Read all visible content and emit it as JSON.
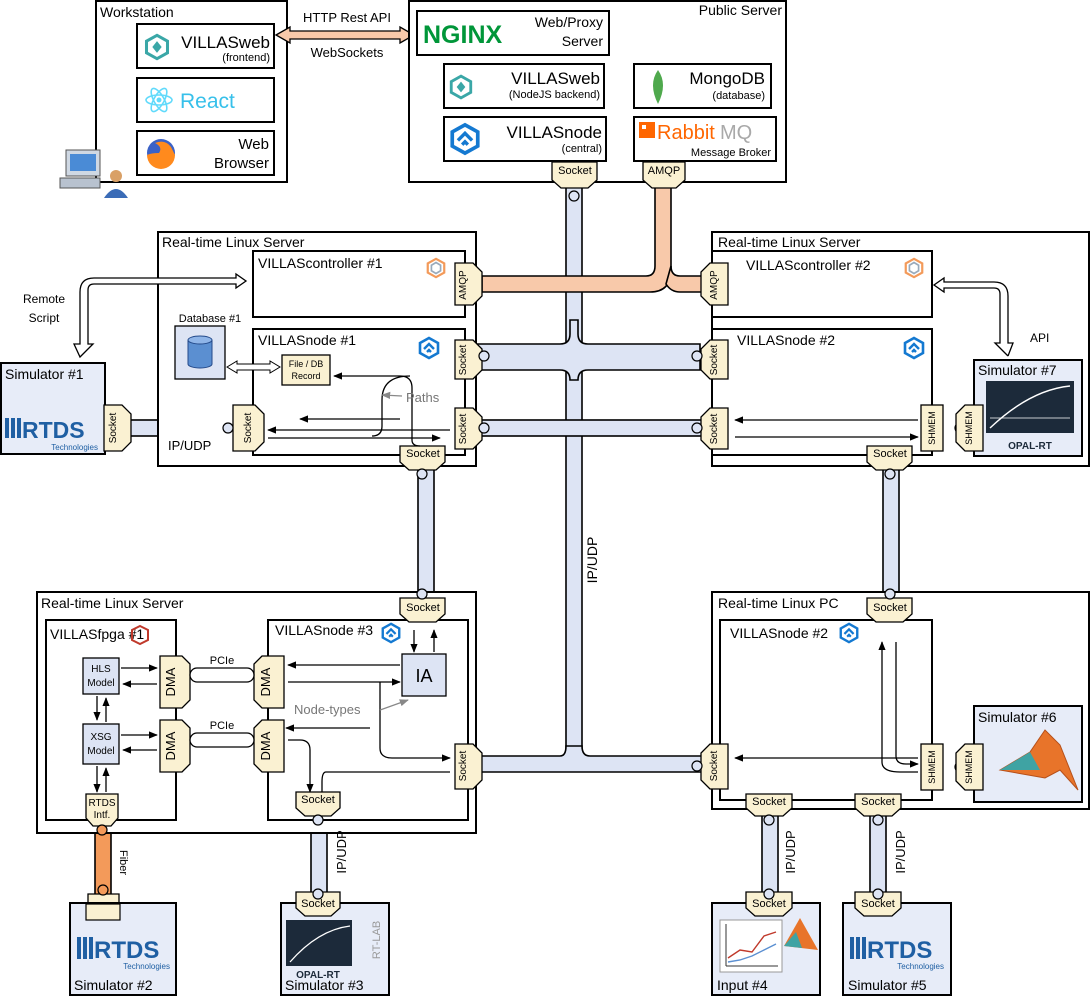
{
  "workstation": {
    "title": "Workstation",
    "villasweb": "VILLASweb",
    "villasweb_sub": "(frontend)",
    "react": "React",
    "browser_1": "Web",
    "browser_2": "Browser"
  },
  "links": {
    "http": "HTTP Rest API",
    "websockets": "WebSockets",
    "remote_1": "Remote",
    "remote_2": "Script",
    "api": "API",
    "ipudp": "IP/UDP",
    "ipudp_vertical": "IP/UDP",
    "fiber": "Fiber",
    "paths": "Paths",
    "node_types": "Node-types",
    "pcie": "PCIe"
  },
  "public_server": {
    "title": "Public Server",
    "nginx": "NGINX",
    "nginx_desc_1": "Web/Proxy",
    "nginx_desc_2": "Server",
    "villasweb": "VILLASweb",
    "villasweb_sub": "(NodeJS backend)",
    "mongodb": "MongoDB",
    "mongodb_sub": "(database)",
    "villasnode": "VILLASnode",
    "villasnode_sub": "(central)",
    "rabbit_a": "Rabbit",
    "rabbit_b": "MQ",
    "rabbit_sub": "Message Broker"
  },
  "ports": {
    "socket": "Socket",
    "amqp": "AMQP",
    "shmem": "SHMEM",
    "dma": "DMA"
  },
  "server1": {
    "title": "Real-time Linux Server",
    "controller": "VILLAScontroller #1",
    "node": "VILLASnode #1",
    "database": "Database #1",
    "record_1": "File / DB",
    "record_2": "Record"
  },
  "server2": {
    "title": "Real-time Linux Server",
    "controller": "VILLAScontroller #2",
    "node": "VILLASnode #2"
  },
  "server3": {
    "title": "Real-time Linux Server",
    "fpga": "VILLASfpga #1",
    "node": "VILLASnode #3",
    "hls_1": "HLS",
    "hls_2": "Model",
    "xsg_1": "XSG",
    "xsg_2": "Model",
    "rtds_1": "RTDS",
    "rtds_2": "Intf.",
    "ia": "IA"
  },
  "pc": {
    "title": "Real-time Linux PC",
    "node": "VILLASnode #2"
  },
  "simulators": {
    "sim1": "Simulator #1",
    "sim2": "Simulator #2",
    "sim3": "Simulator #3",
    "input4": "Input #4",
    "sim5": "Simulator #5",
    "sim6": "Simulator #6",
    "sim7": "Simulator #7"
  },
  "logos": {
    "rtds": "RTDS",
    "rtds_sub": "Technologies",
    "opal": "OPAL-RT",
    "rtlab": "RT-LAB"
  },
  "colors": {
    "tube_blue": "#dde4f4",
    "tube_orange": "#f8c9aa",
    "fiber": "#f39a5a",
    "port": "#faf1d2",
    "sim_bg": "#e7ecf8",
    "nginx": "#009639",
    "react": "#61dafb",
    "rabbit": "#ff6600",
    "villas_teal": "#3aa7a7",
    "villas_blue": "#1479d1",
    "rtds_blue": "#1f5fa3",
    "opal_dark": "#1c2a3a"
  },
  "icons": [
    "villas-web-icon",
    "react-icon",
    "firefox-icon",
    "computer-user-icon",
    "nginx-icon",
    "mongodb-icon",
    "villas-node-icon",
    "rabbitmq-icon",
    "villas-controller-icon",
    "database-icon",
    "rtds-logo",
    "opal-rt-logo",
    "matlab-icon",
    "chart-icon",
    "fpga-icon"
  ]
}
